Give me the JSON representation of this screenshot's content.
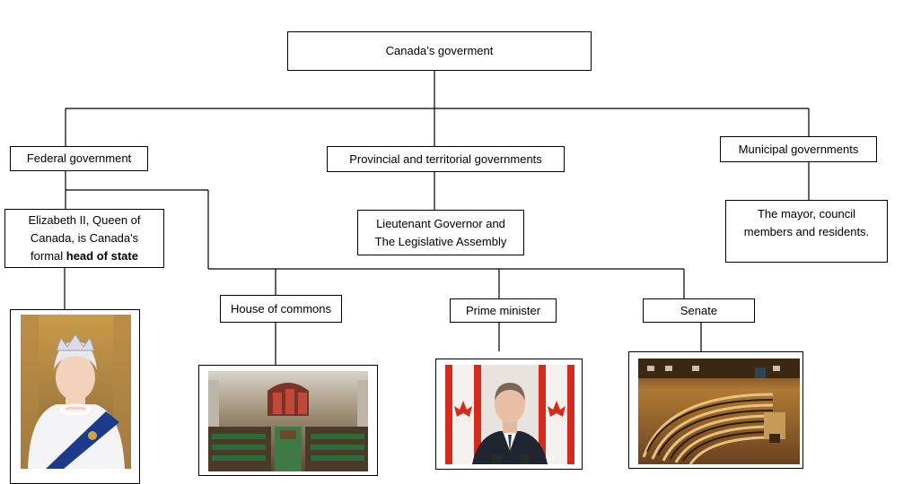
{
  "root": {
    "label": "Canada’s goverment"
  },
  "level1": {
    "federal": "Federal government",
    "provincial": "Provincial  and territorial governments",
    "municipal": "Municipal  governments"
  },
  "queen": {
    "line1": "Elizabeth II, Queen of",
    "line2": "Canada, is Canada's",
    "line3_prefix": "formal ",
    "line3_bold": "head of state"
  },
  "provincial_child": {
    "line1": "Lieutenant Governor  and",
    "line2": "The Legislative Assembly"
  },
  "municipal_child": {
    "line1": "The mayor, council",
    "line2": "members  and residents."
  },
  "federal_branches": {
    "commons": "House of commons",
    "pm": "Prime minister",
    "senate": "Senate"
  },
  "photos": [
    {
      "name": "queen-portrait",
      "subject": "Queen Elizabeth II portrait"
    },
    {
      "name": "house-of-commons-chamber",
      "subject": "House of Commons chamber"
    },
    {
      "name": "prime-minister-portrait",
      "subject": "Prime minister with Canadian flags"
    },
    {
      "name": "senate-chamber",
      "subject": "Senate chamber"
    }
  ],
  "colors": {
    "line": "#000000",
    "flag_red": "#d52b1e"
  }
}
